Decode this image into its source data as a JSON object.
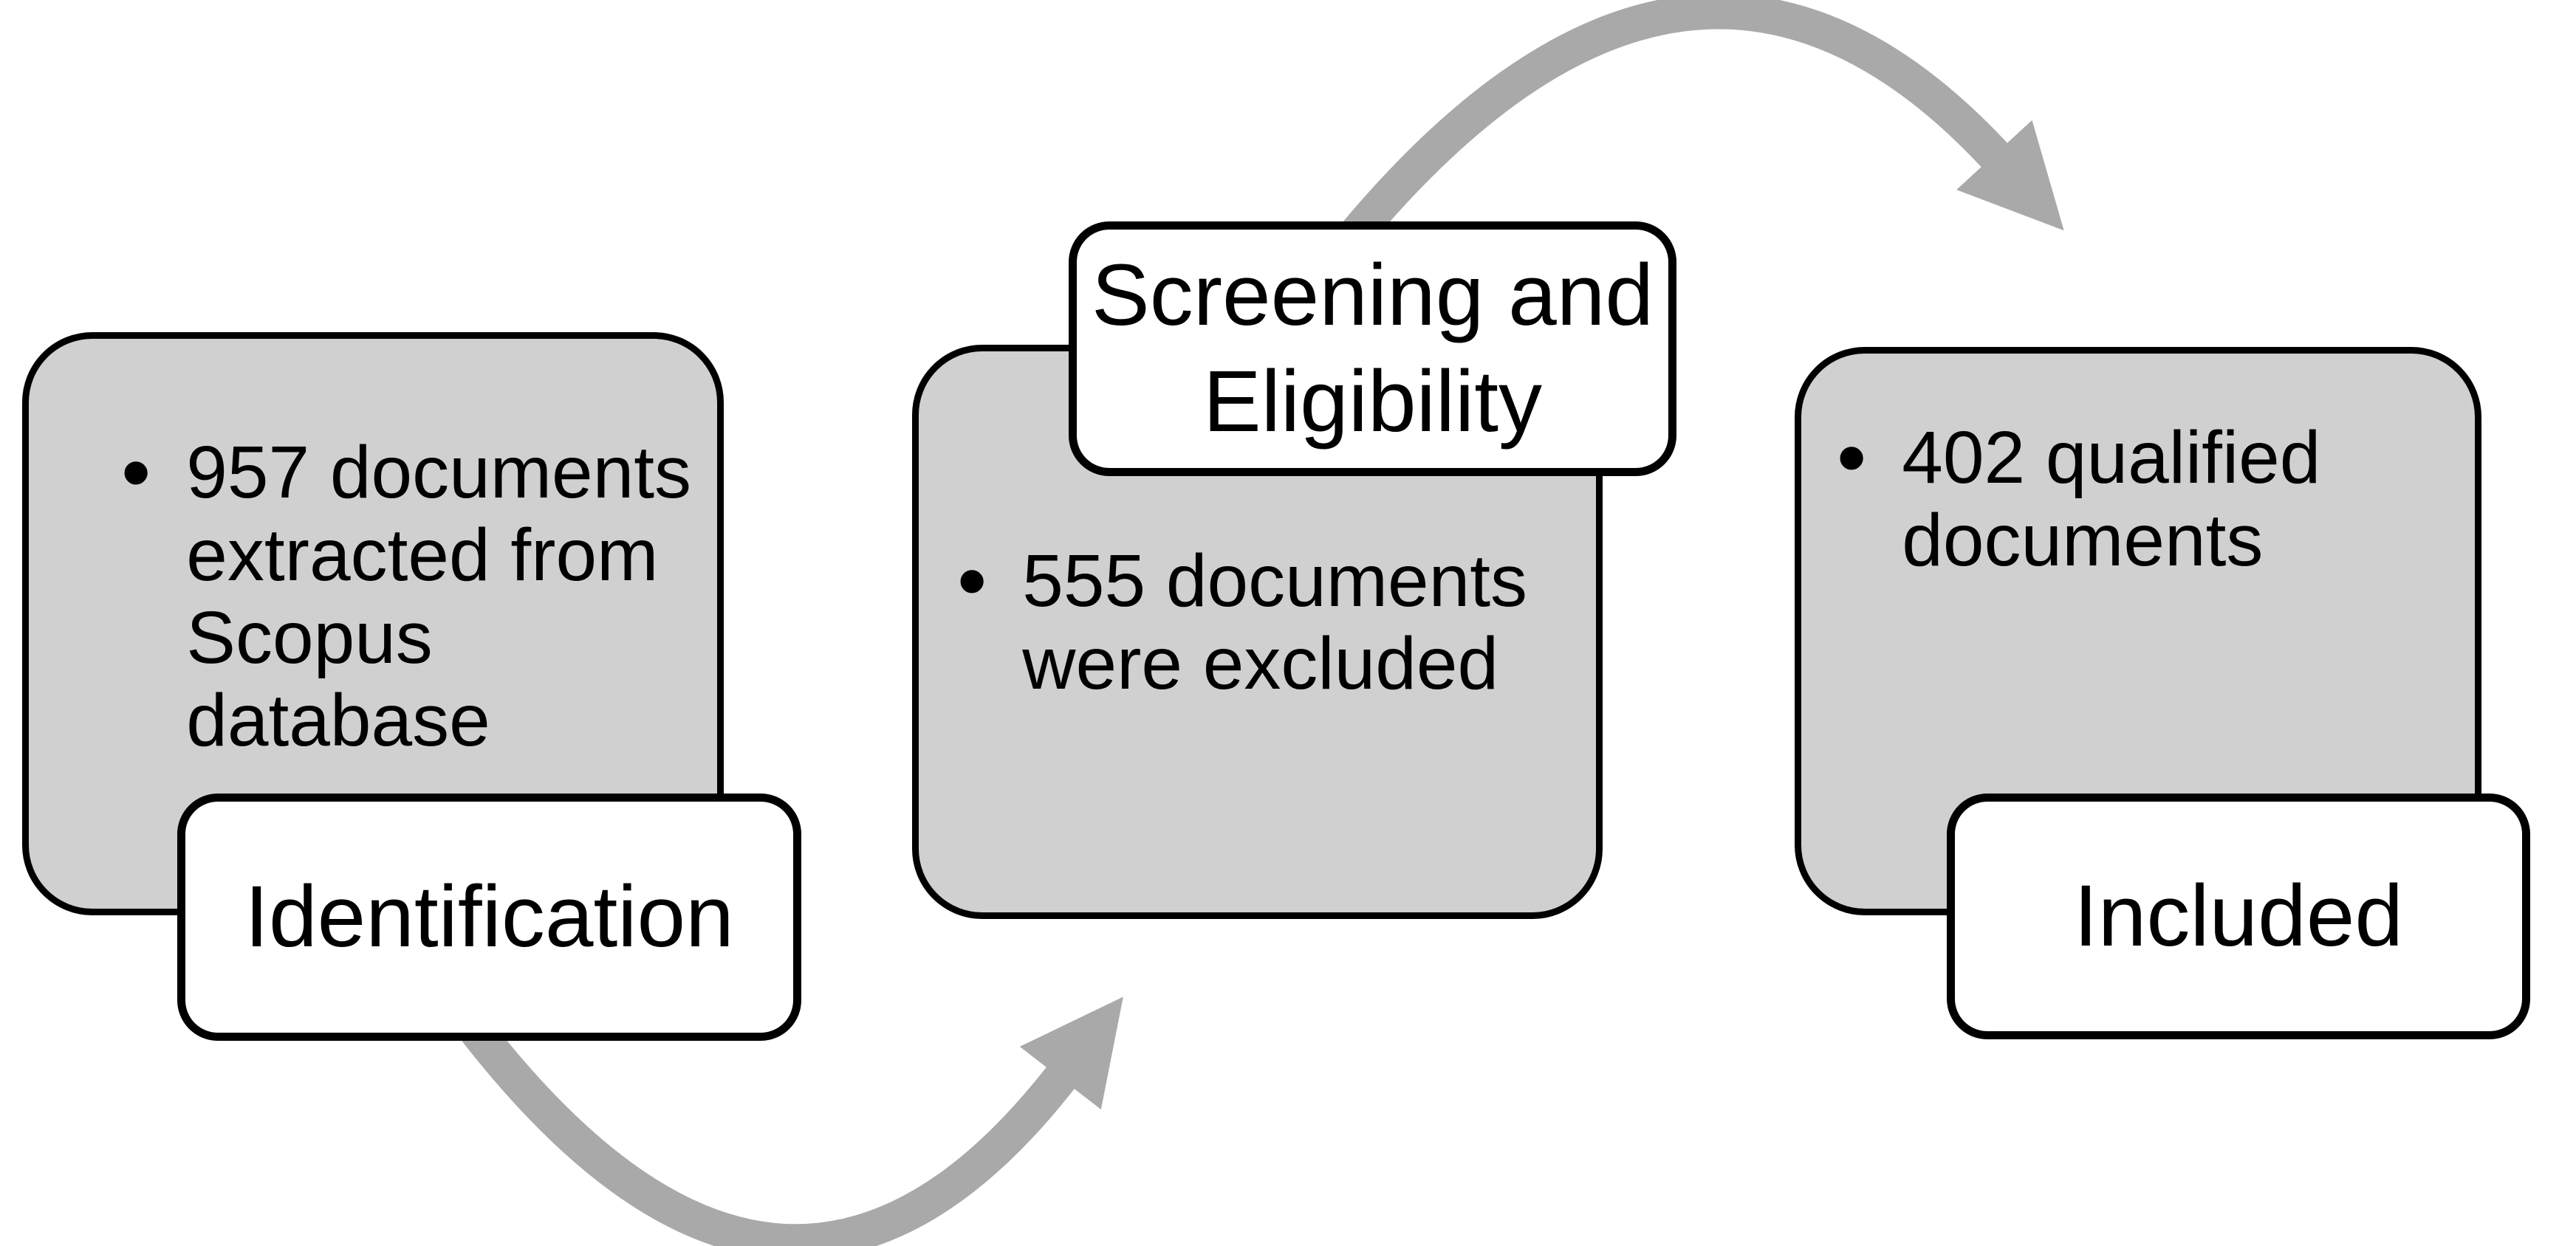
{
  "diagram": {
    "type": "flow-diagram",
    "bullet_char": "•",
    "stages": [
      {
        "name": "Identification",
        "label_position": "bottom",
        "bullet_text": "957 documents\nextracted from\nScopus\ndatabase"
      },
      {
        "name": "Screening and\nEligibility",
        "label_position": "top",
        "bullet_text": "555 documents\nwere excluded"
      },
      {
        "name": "Included",
        "label_position": "bottom",
        "bullet_text": "402 qualified\ndocuments"
      }
    ],
    "arrows": [
      {
        "from": "Identification",
        "to": "Screening and Eligibility",
        "shape": "arc-below"
      },
      {
        "from": "Screening and Eligibility",
        "to": "Included",
        "shape": "arc-above"
      }
    ],
    "colors": {
      "box_fill": "#d0d0d0",
      "box_border": "#000000",
      "label_fill": "#ffffff",
      "label_border": "#000000",
      "arrow": "#a9a9a9",
      "text": "#000000",
      "background": "#ffffff"
    }
  }
}
